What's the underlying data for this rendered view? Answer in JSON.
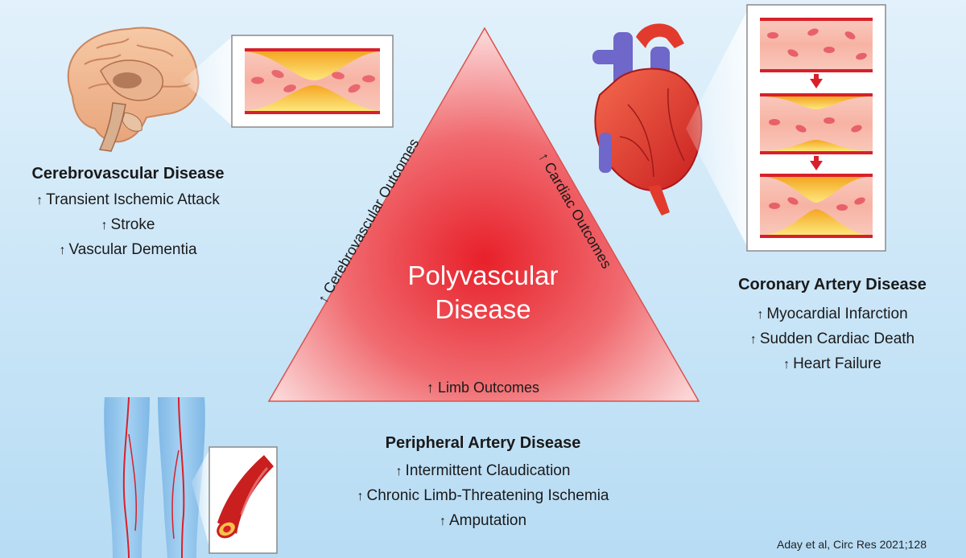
{
  "center": {
    "title_line1": "Polyvascular",
    "title_line2": "Disease"
  },
  "triangle_edges": {
    "left": "Cerebrovascular Outcomes",
    "right": "Cardiac Outcomes",
    "bottom": "Limb Outcomes",
    "arrow_glyph": "↑"
  },
  "cerebrovascular": {
    "title": "Cerebrovascular Disease",
    "items": [
      "Transient Ischemic Attack",
      "Stroke",
      "Vascular Dementia"
    ]
  },
  "coronary": {
    "title": "Coronary Artery Disease",
    "items": [
      "Myocardial Infarction",
      "Sudden Cardiac Death",
      "Heart Failure"
    ]
  },
  "peripheral": {
    "title": "Peripheral Artery Disease",
    "items": [
      "Intermittent Claudication",
      "Chronic Limb-Threatening Ischemia",
      "Amputation"
    ]
  },
  "citation": "Aday et al, Circ Res 2021;128",
  "colors": {
    "triangle_center": "#e8202a",
    "triangle_edge": "#fbd5d5",
    "artery_wall": "#d8202a",
    "plaque": "#f6c24a",
    "blood_cell": "#e8606a",
    "vein": "#6f67c9",
    "skin_leg": "#8fc3ea"
  }
}
